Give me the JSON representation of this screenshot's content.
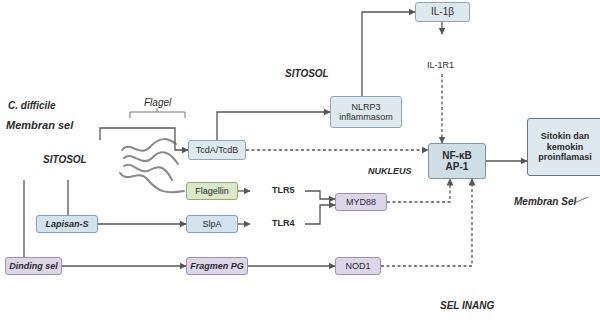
{
  "diagram": {
    "nodes": [
      {
        "text": [
          "IL-1β"
        ]
      },
      {
        "text": [
          "SITOSOL",
          "SEL INANG"
        ]
      },
      {
        "text": [
          "NLRP3 inflammasom"
        ],
        "in": 1
      },
      {
        "text": [
          "IL-1R1"
        ]
      },
      {
        "text": [
          "NUKLEUS"
        ],
        "in": 1
      },
      {
        "text": [
          "NF-κB AP-1"
        ],
        "in": 4
      },
      {
        "text": [
          "Sitokin dan kemokin proinflamasi"
        ]
      },
      {
        "text": [
          "SITOSOL"
        ]
      },
      {
        "text": [
          "TcdA/TcdB"
        ]
      },
      {
        "text": [
          "Flagellin"
        ]
      },
      {
        "text": [
          "TLR5"
        ]
      },
      {
        "text": [
          "MYD88"
        ],
        "in": 1
      },
      {
        "text": [
          "Lapisan-S"
        ]
      },
      {
        "text": [
          "SlpA"
        ]
      },
      {
        "text": [
          "TLR4"
        ]
      },
      {
        "text": [
          "Dinding sel"
        ]
      },
      {
        "text": [
          "Fragmen PG"
        ]
      },
      {
        "text": [
          "NOD1"
        ],
        "in": 1
      }
    ],
    "edges": [
      {
        "from": 7,
        "to": 8,
        "arrow": "to"
      },
      {
        "from": 8,
        "to": 2,
        "arrow": "to"
      },
      {
        "from": 8,
        "to": 5,
        "arrow": "to"
      },
      {
        "from": 2,
        "to": 0,
        "arrow": "to"
      },
      {
        "from": 0,
        "to": 3,
        "arrow": "to"
      },
      {
        "from": 3,
        "to": 5,
        "arrow": "to"
      },
      {
        "from": 9,
        "to": 10,
        "arrow": "to"
      },
      {
        "from": 13,
        "to": 14,
        "arrow": "to"
      },
      {
        "from": 10,
        "to": 11,
        "arrow": "to"
      },
      {
        "from": 14,
        "to": 11,
        "arrow": "to"
      },
      {
        "from": 11,
        "to": 5,
        "arrow": "to"
      },
      {
        "from": 7,
        "to": 12,
        "arrow": "none"
      },
      {
        "from": 12,
        "to": 13,
        "arrow": "to"
      },
      {
        "from": 7,
        "to": 15,
        "arrow": "none"
      },
      {
        "from": 15,
        "to": 16,
        "arrow": "to"
      },
      {
        "from": 16,
        "to": 17,
        "arrow": "to"
      },
      {
        "from": 17,
        "to": 5,
        "arrow": "to"
      },
      {
        "from": 5,
        "to": 6,
        "arrow": "to"
      }
    ],
    "labels": [
      "C. difficile",
      "Membran sel",
      "Flagel",
      "Membran Sel"
    ]
  }
}
